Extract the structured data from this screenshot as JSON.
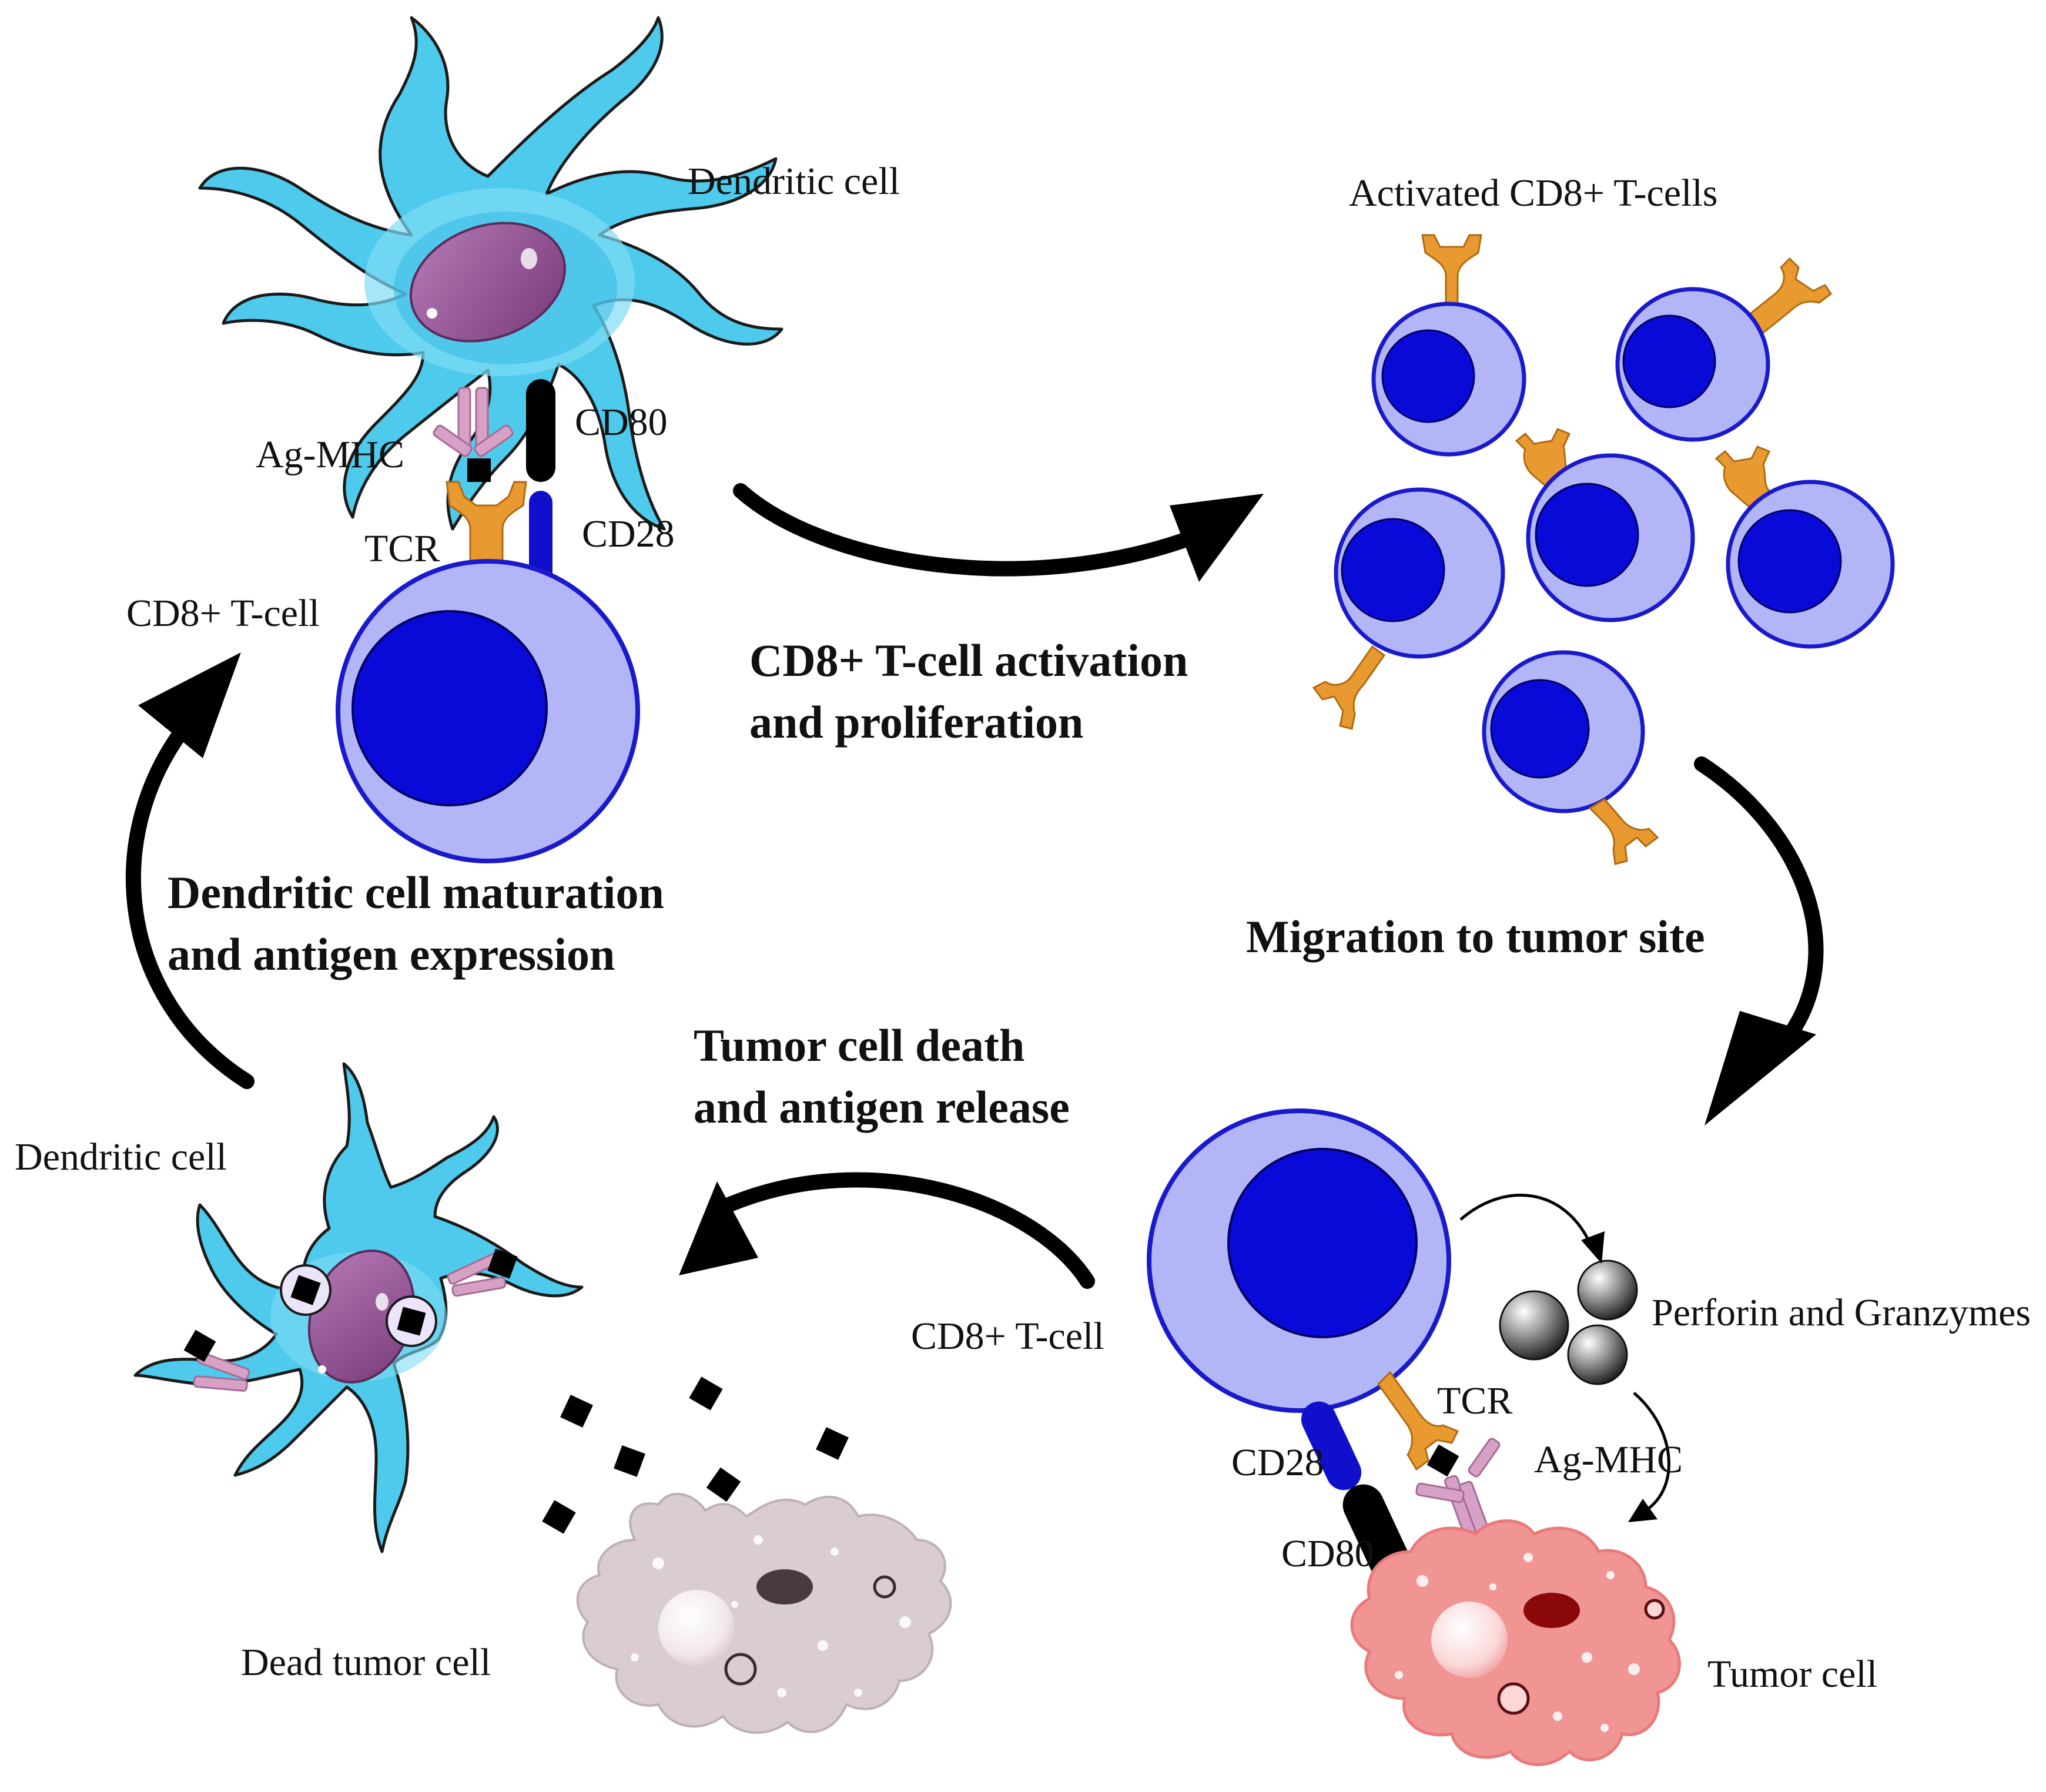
{
  "labels": {
    "dendritic_cell_top": "Dendritic cell",
    "activated_cd8_t_cells": "Activated CD8+ T-cells",
    "ag_mhc_top": "Ag-MHC",
    "cd80_top": "CD80",
    "cd28_top": "CD28",
    "tcr_top": "TCR",
    "cd8_t_cell_top": "CD8+ T-cell",
    "dendritic_cell_bottom": "Dendritic cell",
    "dead_tumor_cell": "Dead tumor cell",
    "cd8_t_cell_bottom": "CD8+ T-cell",
    "perforin_granzymes": "Perforin and Granzymes",
    "tcr_bottom": "TCR",
    "cd28_bottom": "CD28",
    "ag_mhc_bottom": "Ag-MHC",
    "cd80_bottom": "CD80",
    "tumor_cell": "Tumor cell"
  },
  "steps": {
    "activation_line1": "CD8+ T-cell activation",
    "activation_line2": "and proliferation",
    "maturation_line1": "Dendritic cell maturation",
    "maturation_line2": "and antigen expression",
    "migration": "Migration to tumor site",
    "death_line1": "Tumor cell death",
    "death_line2": "and antigen release"
  },
  "colors": {
    "dendritic_cell": "#4ecbec",
    "dendritic_nucleus": "#8e4a8c",
    "t_cell_body": "#b3b6f6",
    "t_cell_nucleus": "#0a0ad8",
    "tcr": "#e89a30",
    "mhc": "#d7a1c6",
    "cd28": "#1010cc",
    "cd80": "#000000",
    "tumor_cell": "#f19494",
    "dead_tumor_cell": "#d9ccd2",
    "arrow": "#000000"
  }
}
